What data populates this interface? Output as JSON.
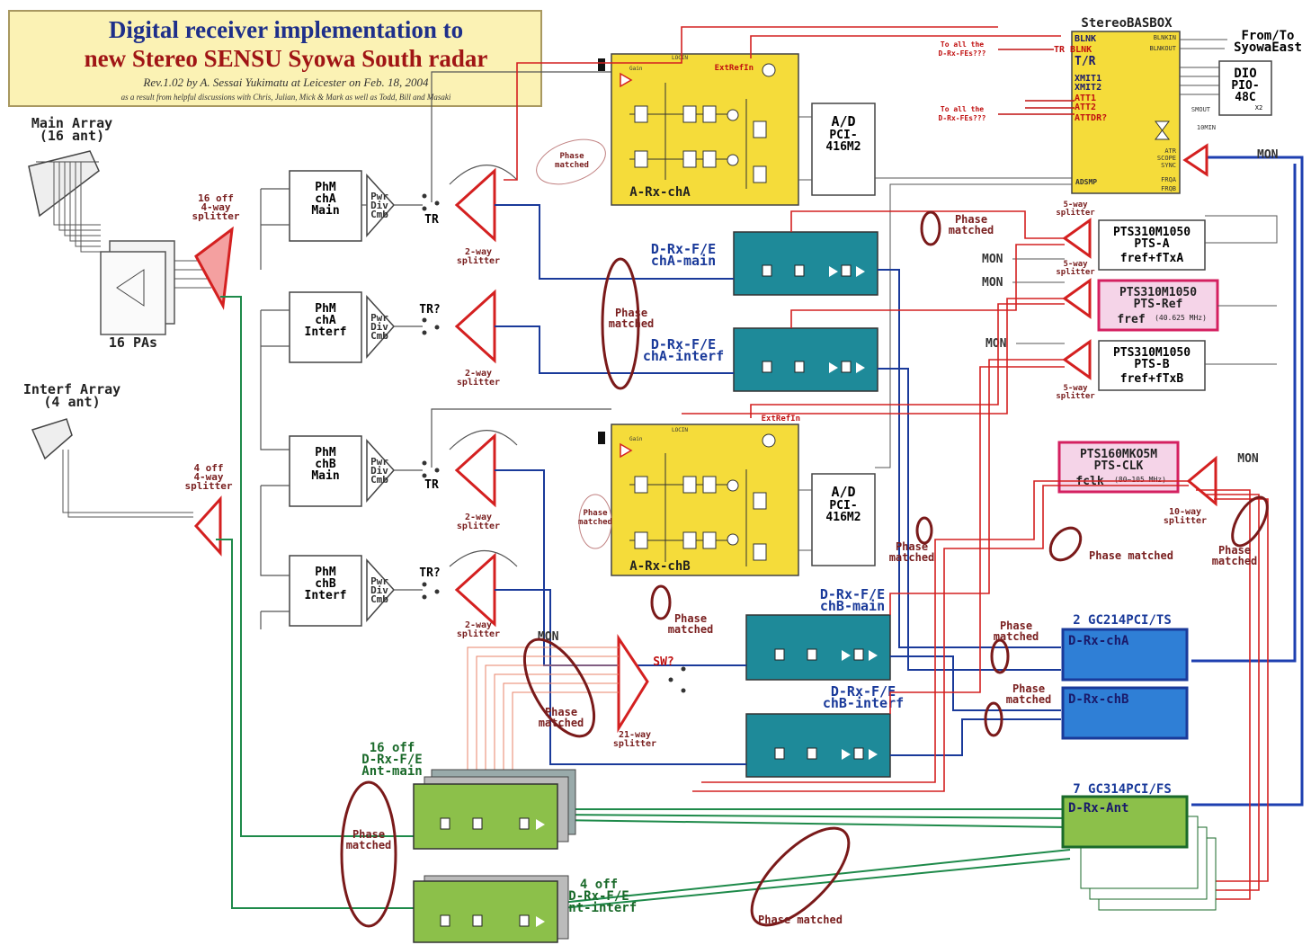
{
  "title": {
    "line1": "Digital receiver implementation to",
    "line2": "new Stereo SENSU Syowa South radar",
    "rev": "Rev.1.02 by A. Sessai Yukimatu at Leicester on Feb. 18, 2004",
    "credits": "as a result from helpful discussions with Chris, Julian, Mick & Mark as well as Todd, Bill and Masaki"
  },
  "arrays": {
    "main": [
      "Main Array",
      "(16 ant)"
    ],
    "interf": [
      "Interf Array",
      "(4 ant)"
    ],
    "pas": "16 PAs"
  },
  "splitters": {
    "main16": [
      "16 off",
      "4-way",
      "splitter"
    ],
    "interf4": [
      "4 off",
      "4-way",
      "splitter"
    ],
    "two_way": [
      "2-way",
      "splitter"
    ],
    "five_way": [
      "5-way",
      "splitter"
    ],
    "ten_way": [
      "10-way",
      "splitter"
    ],
    "twentyone_way": [
      "21-way",
      "splitter"
    ]
  },
  "phm": {
    "a_main": [
      "PhM",
      "chA",
      "Main"
    ],
    "a_interf": [
      "PhM",
      "chA",
      "Interf"
    ],
    "b_main": [
      "PhM",
      "chB",
      "Main"
    ],
    "b_interf": [
      "PhM",
      "chB",
      "Interf"
    ],
    "pwr": [
      "Pwr",
      "Div",
      "Cmb"
    ]
  },
  "switches": {
    "tr": "TR",
    "tr_q": "TR?",
    "sw_q": "SW?"
  },
  "arx": {
    "a": "A-Rx-chA",
    "b": "A-Rx-chB",
    "ext": "ExtRefIn",
    "locin": "LOCIN",
    "gain": "Gain"
  },
  "ad": [
    "A/D",
    "PCI-",
    "416M2"
  ],
  "drx": {
    "a_main": [
      "D-Rx-F/E",
      "chA-main"
    ],
    "a_interf": [
      "D-Rx-F/E",
      "chA-interf"
    ],
    "b_main": [
      "D-Rx-F/E",
      "chB-main"
    ],
    "b_interf": [
      "D-Rx-F/E",
      "chB-interf"
    ],
    "ant_main": [
      "16 off",
      "D-Rx-F/E",
      "Ant-main"
    ],
    "ant_interf": [
      "4 off",
      "D-Rx-F/E",
      "Ant-interf"
    ]
  },
  "basbox": {
    "title": "StereoBASBOX",
    "left": [
      "BLNK",
      "TR BLNK",
      "T/R",
      "XMIT1",
      "XMIT2",
      "ATT1",
      "ATT2",
      "ATTDR?",
      "ADSMP"
    ],
    "right": [
      "BLNKIN",
      "BLNKOUT",
      "SMOUT",
      "10MIN",
      "ATR",
      "SCOPE",
      "SYNC",
      "FRQA",
      "FRQB"
    ],
    "note": "To all the D-Rx-FEs???"
  },
  "from_to": [
    "From/To",
    "SyowaEast"
  ],
  "dio": [
    "DIO",
    "PIO-",
    "48C",
    "X2"
  ],
  "pts": {
    "a": [
      "PTS310M1050",
      "PTS-A",
      "fref+fTxA"
    ],
    "ref": [
      "PTS310M1050",
      "PTS-Ref",
      "fref",
      "(40.625 MHz)"
    ],
    "b": [
      "PTS310M1050",
      "PTS-B",
      "fref+fTxB"
    ],
    "clk": [
      "PTS160MKO5M",
      "PTS-CLK",
      "fclk",
      "(80~105 MHz)"
    ]
  },
  "gc214": {
    "title": "2 GC214PCI/TS",
    "a": "D-Rx-chA",
    "b": "D-Rx-chB"
  },
  "gc314": {
    "title": "7 GC314PCI/FS",
    "ant": "D-Rx-Ant"
  },
  "labels": {
    "phase_matched": "Phase matched",
    "phase_matched2": [
      "Phase",
      "matched"
    ],
    "mon": "MON"
  },
  "colors": {
    "yellow": "#f5dc3a",
    "teal": "#1e8a99",
    "green": "#8cc04a",
    "blue": "#2f7fd6",
    "red": "#d42020",
    "navy": "#1a3a9a",
    "brown": "#7a2020",
    "gray": "#555555"
  }
}
